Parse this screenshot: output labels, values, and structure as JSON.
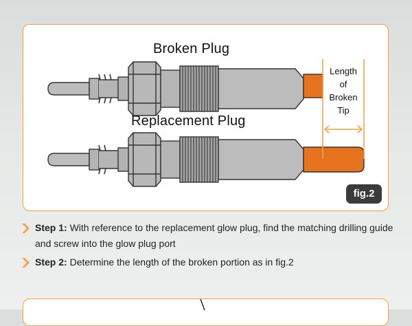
{
  "diagram": {
    "broken_title": "Broken Plug",
    "replacement_title": "Replacement Plug",
    "tip_label": [
      "Length",
      "of",
      "Broken",
      "Tip"
    ],
    "figure_label": "fig.2",
    "colors": {
      "accent": "#f0a24a",
      "tip": "#e8731f",
      "metal": "#b7b7b7",
      "outline": "#333333",
      "badge": "#3b3b3b"
    }
  },
  "steps": [
    {
      "number": "Step 1:",
      "text": " With reference to the replacement glow plug, find the matching drilling guide and screw into the glow plug port"
    },
    {
      "number": "Step 2:",
      "text": " Determine the length of the broken portion as in fig.2"
    }
  ]
}
